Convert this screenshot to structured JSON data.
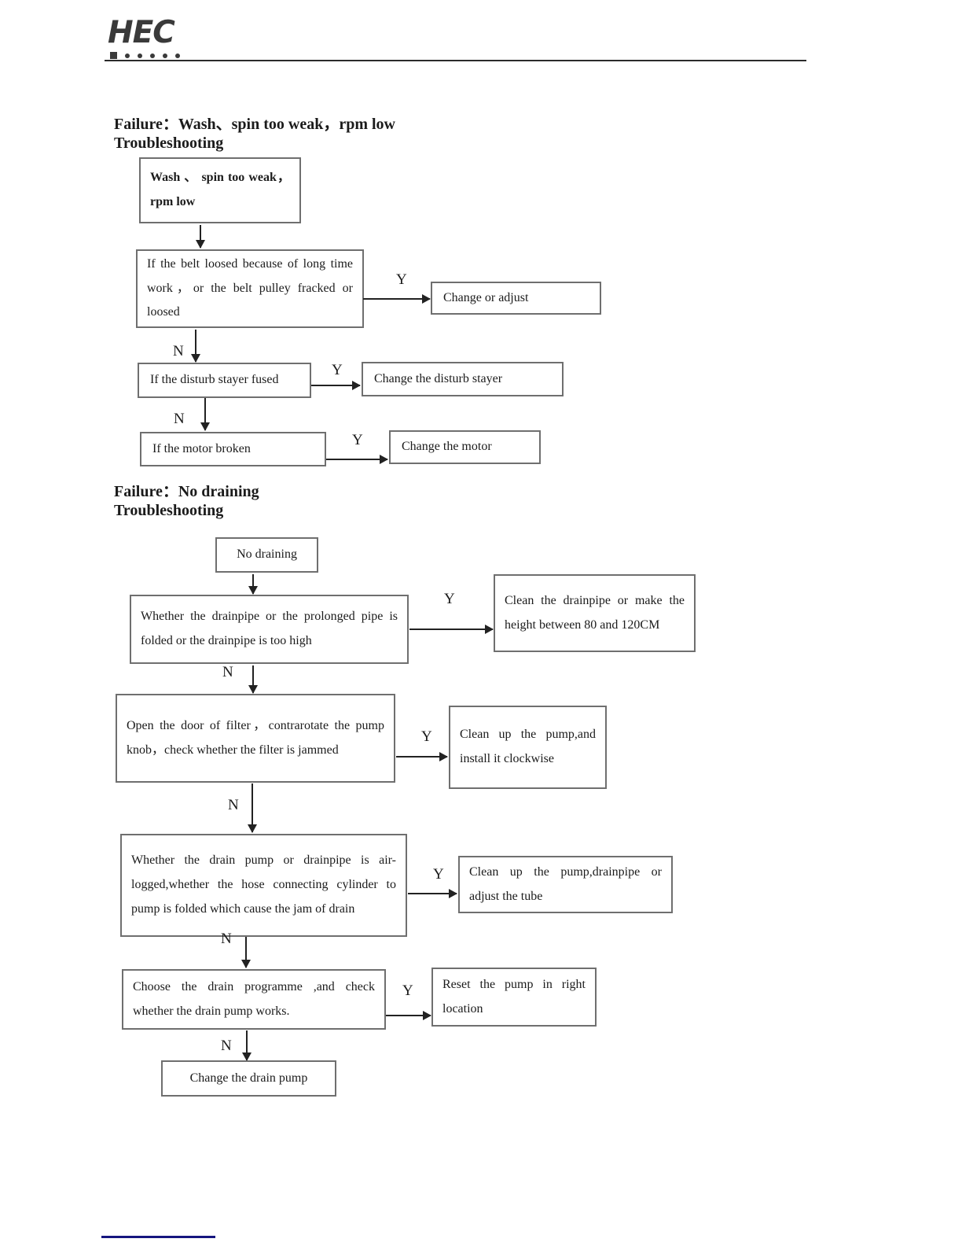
{
  "logo": {
    "text": "HEC"
  },
  "colors": {
    "footer_line": "#16167f",
    "rule": "#2b2b2b",
    "box_border": "#6f6f6f"
  },
  "s1": {
    "title": "Failure：Wash、spin too weak，rpm low",
    "subtitle": "Troubleshooting",
    "yes": "Y",
    "no": "N",
    "nodes": {
      "start": "Wash 、 spin too weak，rpm low",
      "belt": "If the belt loosed because of long time work，or the belt pulley fracked or loosed",
      "belt_fix": "Change or adjust",
      "stayer": "If the disturb stayer fused",
      "stayer_fix": "Change the disturb stayer",
      "motor": "If the motor broken",
      "motor_fix": "Change the motor"
    }
  },
  "s2": {
    "title": "Failure：No draining",
    "subtitle": "Troubleshooting",
    "yes": "Y",
    "no": "N",
    "nodes": {
      "start": "No draining",
      "drainpipe": "Whether the drainpipe or the prolonged pipe is folded or the drainpipe is too high",
      "drainpipe_fix": "Clean the drainpipe or make the height between 80 and 120CM",
      "filter": "Open the door of filter，contrarotate the pump knob，check whether the filter is jammed",
      "filter_fix": "Clean up the pump,and install it clockwise",
      "airlog": "Whether the drain pump or drainpipe is air-logged,whether the hose connecting cylinder to pump is folded which cause the jam of drain",
      "airlog_fix": "Clean up the pump,drainpipe or adjust the tube",
      "programme": "Choose the drain programme ,and check whether the drain pump works.",
      "programme_fix": "Reset the pump in right location",
      "programme_no_fix": "Change the drain pump"
    }
  }
}
